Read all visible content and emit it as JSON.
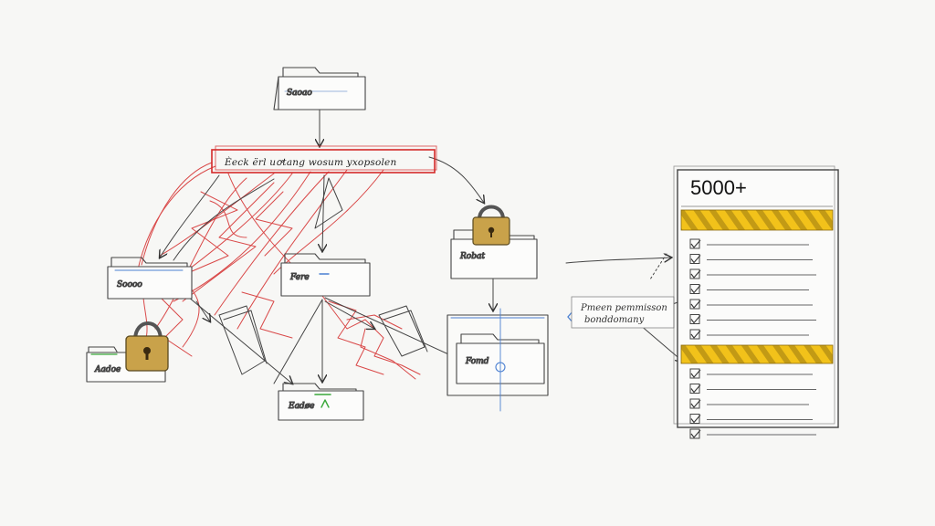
{
  "diagram": {
    "banner_text": "Ѐeck ёrl uꝍtang wosum yxopsolen",
    "folders": {
      "top": "Ѕаоао",
      "left": "Ѕоооо",
      "center": "Fere",
      "locked_right": "Robat",
      "locked_left": "Aadoe",
      "bottom": "Eadøe",
      "right_large": "Fomd"
    },
    "note": {
      "line1": "Pmeen pemmisson",
      "line2": "bonddomany"
    },
    "panel": {
      "title": "5000+",
      "checklist_rows": 12
    },
    "colors": {
      "pencil": "#3a3a3a",
      "red": "#d42a2a",
      "highlight": "#f2c21a",
      "lock_gold": "#c9a24a",
      "blue_accent": "#4a7fd1",
      "green_accent": "#3aa83a"
    }
  }
}
